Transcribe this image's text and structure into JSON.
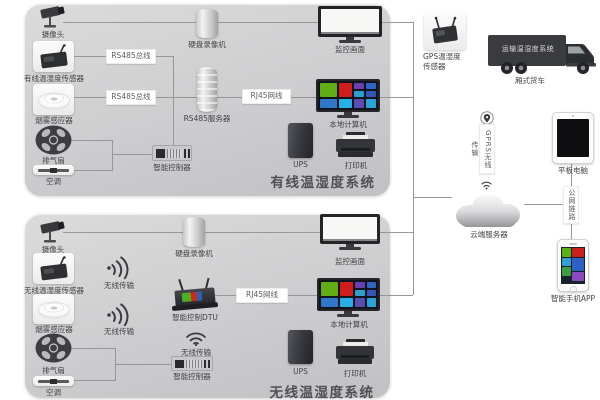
{
  "panels": {
    "wired": {
      "title": "有线温湿度系统",
      "devices": {
        "camera": "摄像头",
        "sensor": "有线温湿度传感器",
        "smoke": "烟雾感应器",
        "fan": "排气扇",
        "ac": "空调",
        "dvr": "硬盘录像机",
        "rs485_server": "RS485服务器",
        "controller": "智能控制器",
        "monitor": "监控画面",
        "computer": "本地计算机",
        "ups": "UPS",
        "printer": "打印机"
      },
      "links": {
        "bus1": "RS485总线",
        "bus2": "RS485总线",
        "rj45": "RJ45网线"
      }
    },
    "wireless": {
      "title": "无线温湿度系统",
      "devices": {
        "camera": "摄像头",
        "sensor": "无线温湿度传感器",
        "smoke": "烟雾感应器",
        "fan": "排气扇",
        "ac": "空调",
        "dvr": "硬盘录像机",
        "dtu": "智能控制DTU",
        "controller": "智能控制器",
        "monitor": "监控画面",
        "computer": "本地计算机",
        "ups": "UPS",
        "printer": "打印机"
      },
      "links": {
        "wireless1": "无线传输",
        "wireless2": "无线传输",
        "wireless3": "无线传输",
        "rj45": "RJ45网线"
      }
    }
  },
  "cloud_side": {
    "gps_sensor": "GPS温湿度传感器",
    "truck_banner": "运输温湿度系统",
    "truck": "厢式货车",
    "gprs_link": "GPRS无线传输",
    "cloud_server": "云端服务器",
    "tablet": "平板电脑",
    "wan_link": "公网链路",
    "phone_app": "智能手机APP"
  },
  "colors": {
    "panel_gray": "#cdcdcf",
    "line_gray": "#97979a",
    "tile_green": "#60ae13",
    "tile_red": "#d11c1c",
    "tile_blue": "#2f66c4",
    "device_dark": "#313236"
  }
}
